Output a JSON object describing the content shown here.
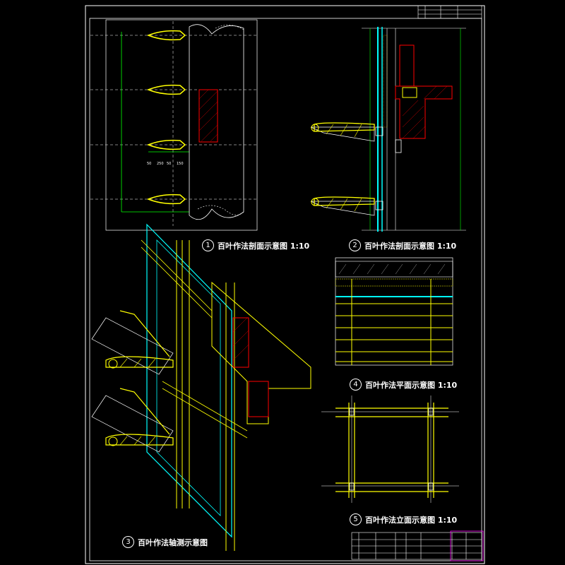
{
  "drawing": {
    "captions": [
      {
        "num": "1",
        "title": "百叶作法剖面示意图 1:10"
      },
      {
        "num": "2",
        "title": "百叶作法剖面示意图 1:10"
      },
      {
        "num": "3",
        "title": "百叶作法轴测示意图"
      },
      {
        "num": "4",
        "title": "百叶作法平面示意图 1:10"
      },
      {
        "num": "5",
        "title": "百叶作法立面示意图 1:10"
      }
    ],
    "dimensions": [
      "50",
      "250",
      "50",
      "150"
    ]
  },
  "colors": {
    "frame": "#ffffff",
    "yellow": "#ffff00",
    "cyan": "#00ffff",
    "green": "#00ff00",
    "red": "#ff0000",
    "magenta": "#ff00ff"
  }
}
